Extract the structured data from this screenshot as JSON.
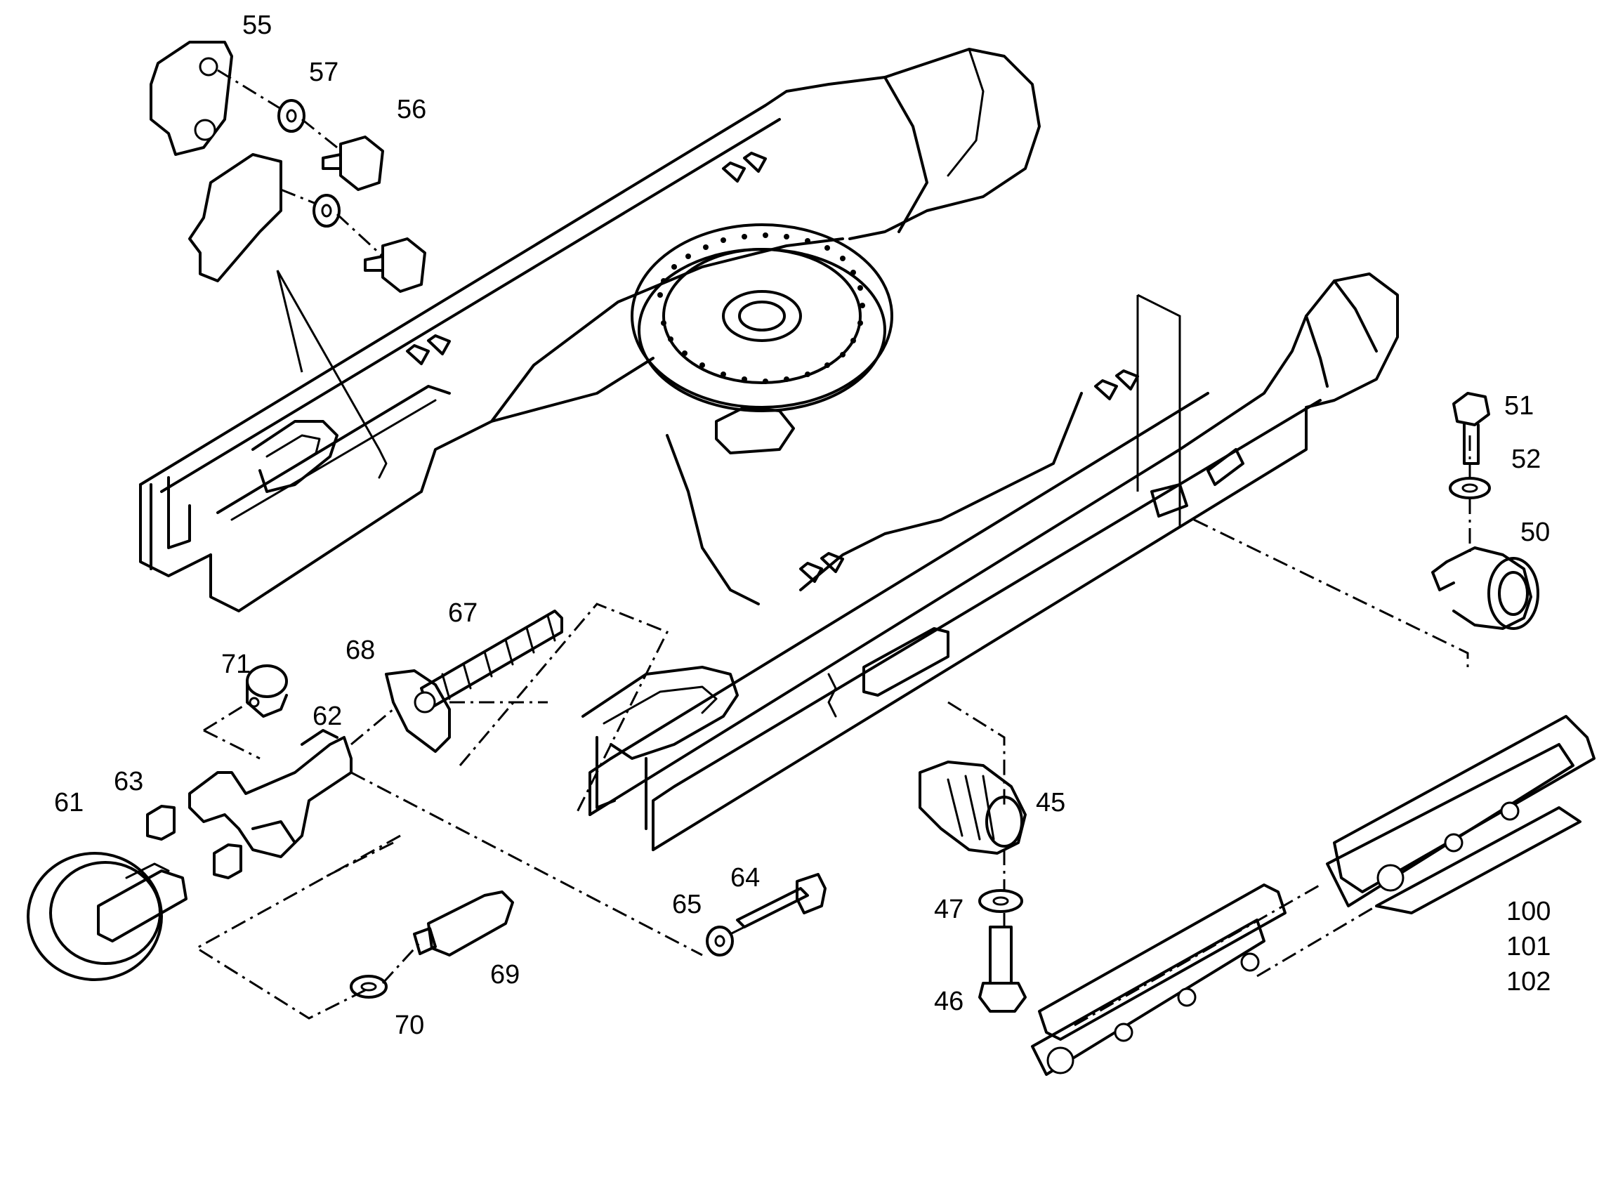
{
  "callouts": [
    {
      "id": "55",
      "label": "55"
    },
    {
      "id": "57",
      "label": "57"
    },
    {
      "id": "56",
      "label": "56"
    },
    {
      "id": "51",
      "label": "51"
    },
    {
      "id": "52",
      "label": "52"
    },
    {
      "id": "50",
      "label": "50"
    },
    {
      "id": "67",
      "label": "67"
    },
    {
      "id": "68",
      "label": "68"
    },
    {
      "id": "71",
      "label": "71"
    },
    {
      "id": "62",
      "label": "62"
    },
    {
      "id": "63",
      "label": "63"
    },
    {
      "id": "61",
      "label": "61"
    },
    {
      "id": "45",
      "label": "45"
    },
    {
      "id": "64",
      "label": "64"
    },
    {
      "id": "65",
      "label": "65"
    },
    {
      "id": "47",
      "label": "47"
    },
    {
      "id": "100",
      "label": "100"
    },
    {
      "id": "101",
      "label": "101"
    },
    {
      "id": "102",
      "label": "102"
    },
    {
      "id": "69",
      "label": "69"
    },
    {
      "id": "46",
      "label": "46"
    },
    {
      "id": "70",
      "label": "70"
    }
  ]
}
